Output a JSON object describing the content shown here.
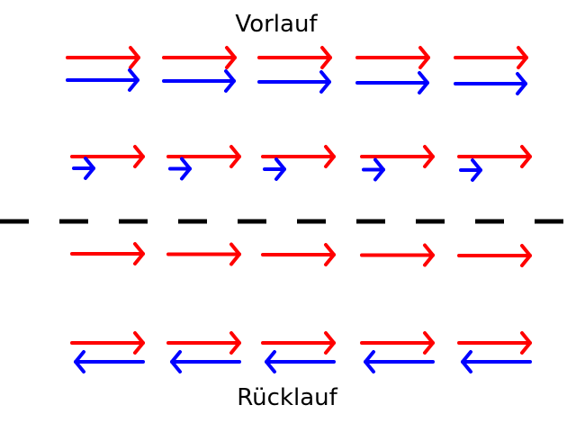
{
  "labels": {
    "top": "Vorlauf",
    "bottom": "Rücklauf"
  },
  "colors": {
    "red": "#ff0000",
    "blue": "#0000ff",
    "divider": "#000000"
  },
  "rows": [
    {
      "name": "row-1",
      "red": "right",
      "blue": "right-long"
    },
    {
      "name": "row-2",
      "red": "right",
      "blue": "right-short"
    },
    {
      "name": "row-3",
      "red": "right",
      "blue": "none"
    },
    {
      "name": "row-4",
      "red": "right",
      "blue": "left-long"
    }
  ],
  "columns": 5,
  "divider": "dashed-line"
}
